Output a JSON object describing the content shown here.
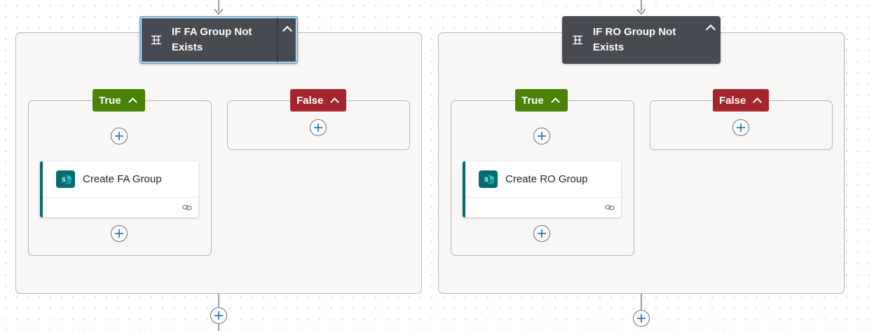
{
  "colors": {
    "condition_bg": "#474b51",
    "true_badge": "#498205",
    "false_badge": "#a4262c",
    "sharepoint": "#036c70",
    "add_icon": "#0f6cbd",
    "selection": "#6ea9dc"
  },
  "conditions": [
    {
      "title": "IF FA Group Not Exists",
      "icon": "condition-icon",
      "selected": true,
      "true_branch": {
        "label": "True",
        "action": {
          "title": "Create FA Group",
          "icon": "sharepoint-icon",
          "footer_icon": "link-icon"
        }
      },
      "false_branch": {
        "label": "False"
      }
    },
    {
      "title": "IF RO Group Not Exists",
      "icon": "condition-icon",
      "selected": false,
      "true_branch": {
        "label": "True",
        "action": {
          "title": "Create RO Group",
          "icon": "sharepoint-icon",
          "footer_icon": "link-icon"
        }
      },
      "false_branch": {
        "label": "False"
      }
    }
  ]
}
